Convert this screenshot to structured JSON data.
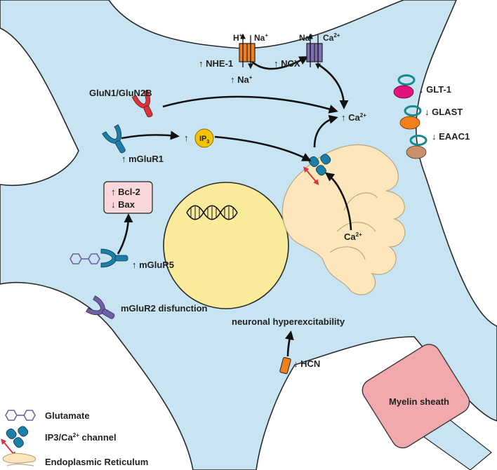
{
  "colors": {
    "cell": "#c8e3f1",
    "membrane": "#2a2a2a",
    "nucleus": "#faeb9a",
    "er": "#fde6bb",
    "receptor_red": "#d9353c",
    "receptor_blue": "#1d7ea8",
    "receptor_purple": "#6f60a6",
    "nhe": "#f07f1c",
    "ncx": "#7d6fb2",
    "glt1": "#e3137d",
    "glast": "#f07f1c",
    "eaac1": "#c99069",
    "transporter_ring": "#128c8c",
    "ip3": "#f5c400",
    "bcl_box": "#f8d6da",
    "myelin": "#f2a9ad",
    "glutamate": "#6f60a6"
  },
  "labels": {
    "h_ion": "H",
    "h_sup": "+",
    "na_ion": "Na",
    "na_sup": "+",
    "ca_ion": "Ca",
    "ca_sup": "2+",
    "nhe1": "NHE-1",
    "ncx": "NCX",
    "glun": "GluN1/GluN2B",
    "ca_center": "Ca",
    "ca_center_sup": "2+",
    "ip3": "IP",
    "ip3_sub": "3",
    "mglur1": "mGluR1",
    "bcl2": "Bcl-2",
    "bax": "Bax",
    "mglur5": "mGluR5",
    "mglur2": "mGluR2 disfunction",
    "ca_er": "Ca",
    "ca_er_sup": "2+",
    "glt1": "GLT-1",
    "glast": "GLAST",
    "eaac1": "EAAC1",
    "hyperexcitability": "neuronal hyperexcitability",
    "hcn": "HCN",
    "myelin": "Myelin sheath"
  },
  "legend": {
    "glutamate": "Glutamate",
    "channel_prefix": "IP3/Ca",
    "channel_sup": "2+",
    "channel_suffix": " channel",
    "er": "Endoplasmic Reticulum"
  }
}
